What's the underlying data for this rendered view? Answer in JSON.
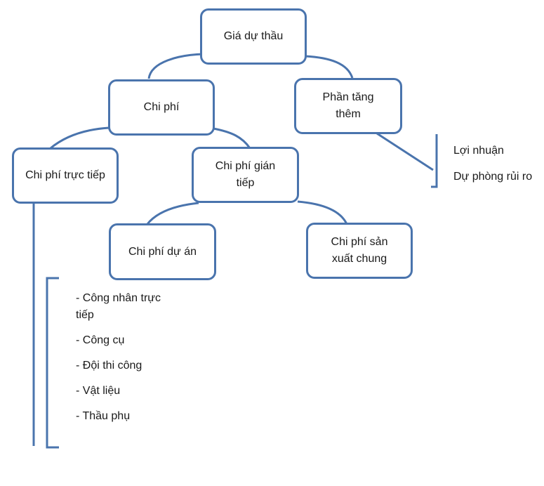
{
  "nodes": {
    "root": "Giá dự thầu",
    "chi_phi": "Chi phí",
    "phan_tang_them": "Phần tăng thêm",
    "chi_phi_truc_tiep": "Chi phí trực tiếp",
    "chi_phi_gian_tiep": "Chi phí gián tiếp",
    "chi_phi_du_an": "Chi phí dự án",
    "chi_phi_san_xuat_chung": "Chi phí sản xuất chung"
  },
  "phan_tang_them_items": [
    "Lợi nhuận",
    "Dự phòng rủi ro"
  ],
  "chi_phi_truc_tiep_items": [
    "- Công nhân trực tiếp",
    "- Công cụ",
    "- Đội thi công",
    "- Vật liệu",
    "- Thầu phụ"
  ],
  "colors": {
    "stroke": "#4a74ad",
    "background": "#ffffff"
  }
}
